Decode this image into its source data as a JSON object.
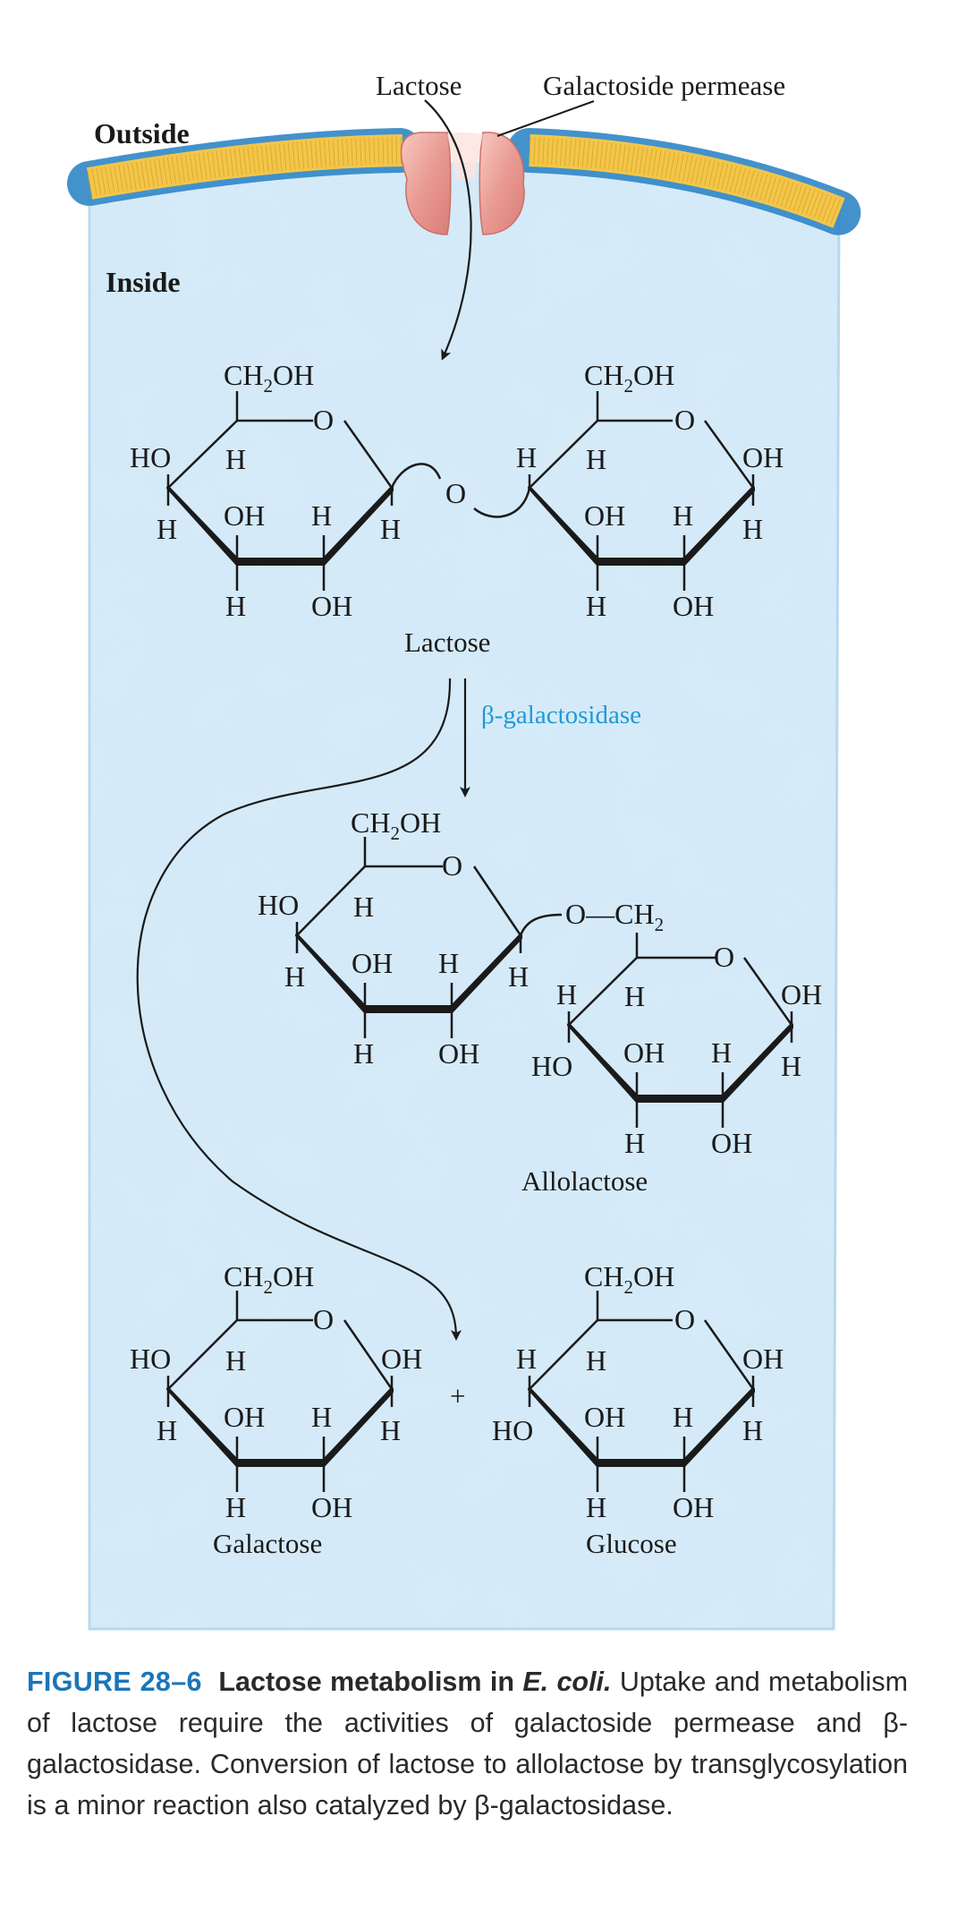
{
  "labels": {
    "outside": "Outside",
    "inside": "Inside",
    "lactose_top": "Lactose",
    "permease": "Galactoside permease",
    "enzyme": "β-galactosidase",
    "plus": "+"
  },
  "molecules": {
    "lactose": {
      "name": "Lactose"
    },
    "allolactose": {
      "name": "Allolactose"
    },
    "galactose": {
      "name": "Galactose"
    },
    "glucose": {
      "name": "Glucose"
    }
  },
  "atoms": {
    "ch2oh_base": "CH",
    "ch2oh_sub": "2",
    "ch2oh_tail": "OH",
    "ch2_sub": "2",
    "o": "O",
    "oh": "OH",
    "h": "H",
    "ho": "HO",
    "bridge": "O—CH"
  },
  "caption": {
    "number": "FIGURE 28–6",
    "title_pre": "Lactose metabolism in ",
    "title_italic": "E. coli.",
    "text": " Uptake and metabolism of lactose require the activities of galactoside permease and β-galactosidase. Conversion of lactose to allolactose by transglycosylation is a minor reaction also catalyzed by β-galactosidase."
  }
}
